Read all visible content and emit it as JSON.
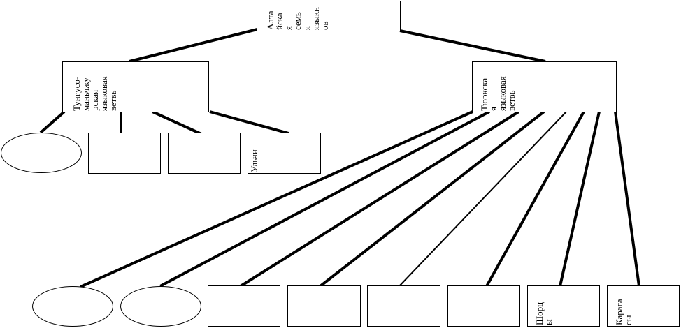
{
  "root": {
    "label_lines": [
      "Алта",
      "йска",
      "я",
      "семь",
      "я",
      "языкн",
      "ов"
    ]
  },
  "branches": {
    "tungus": {
      "label_lines": [
        "Тунгусо-",
        "маньчжу",
        "рская",
        "языковая",
        "ветвь"
      ]
    },
    "turkic": {
      "label_lines": [
        "Тюркска",
        "я",
        "языковая",
        "ветвь"
      ]
    }
  },
  "tungus_children": {
    "ulchi": {
      "label_lines": [
        "Ульчи"
      ]
    }
  },
  "turkic_children": {
    "shortsy": {
      "label_lines": [
        "Шорц",
        "ы"
      ]
    },
    "karagasy": {
      "label_lines": [
        "Карага",
        "сы"
      ]
    }
  }
}
